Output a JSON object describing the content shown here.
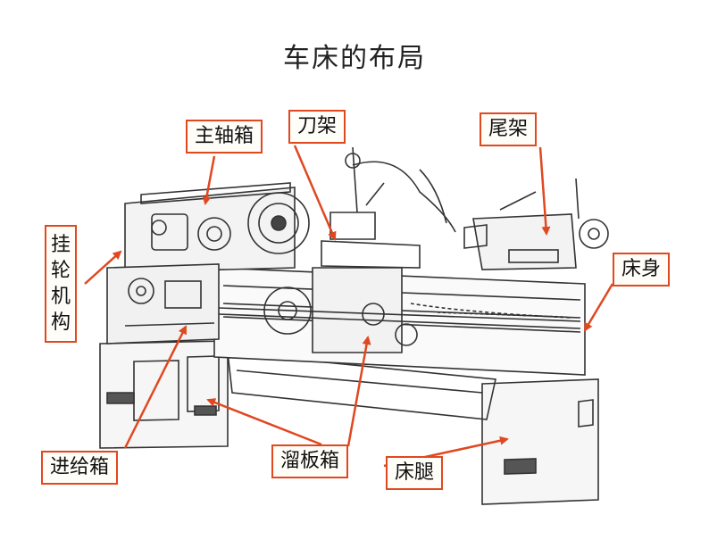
{
  "title": "车床的布局",
  "labels": {
    "headstock": "主轴箱",
    "tool_post": "刀架",
    "tailstock": "尾架",
    "change_gear": "挂轮机构",
    "bed": "床身",
    "feed_box": "进给箱",
    "apron": "溜板箱",
    "bed_leg": "床腿"
  },
  "colors": {
    "label_border": "#e0481f",
    "arrow": "#e0481f",
    "drawing": "#333333"
  }
}
